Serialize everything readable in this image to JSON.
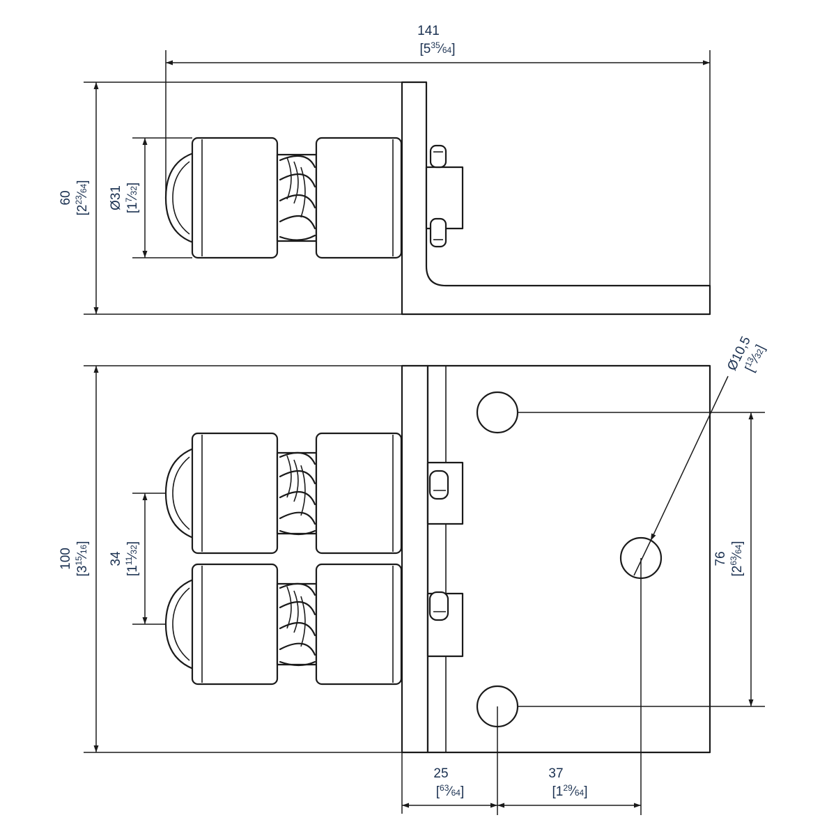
{
  "colors": {
    "line": "#1a1a1a",
    "text": "#1a3050",
    "background": "#ffffff"
  },
  "dimensions": {
    "overall_length": {
      "mm": "141",
      "in_whole": "5",
      "in_num": "35",
      "in_den": "64"
    },
    "top_height": {
      "mm": "60",
      "in_whole": "2",
      "in_num": "23",
      "in_den": "64"
    },
    "ball_diameter": {
      "mm": "Ø31",
      "in_whole": "1",
      "in_num": "7",
      "in_den": "32"
    },
    "base_height": {
      "mm": "100",
      "in_whole": "3",
      "in_num": "15",
      "in_den": "16"
    },
    "ball_spacing": {
      "mm": "34",
      "in_whole": "1",
      "in_num": "11",
      "in_den": "32"
    },
    "hole_spacing": {
      "mm": "76",
      "in_whole": "2",
      "in_num": "63",
      "in_den": "64"
    },
    "hole_diameter": {
      "mm": "Ø10,5",
      "in_whole": "",
      "in_num": "13",
      "in_den": "32"
    },
    "flange_offset": {
      "mm": "25",
      "in_whole": "",
      "in_num": "63",
      "in_den": "64"
    },
    "hole_offset": {
      "mm": "37",
      "in_whole": "1",
      "in_num": "29",
      "in_den": "64"
    }
  }
}
